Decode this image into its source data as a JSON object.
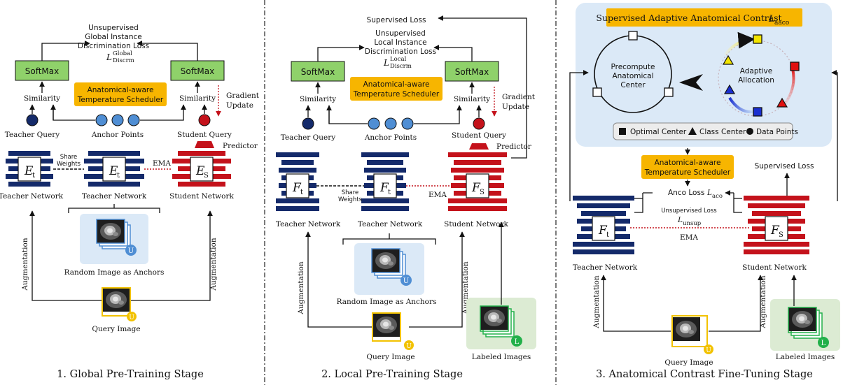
{
  "colors": {
    "navy": "#142a6a",
    "red": "#c4121b",
    "green_box": "#8fd16a",
    "orange": "#f7b500",
    "light_blue_bg": "#dbe9f7",
    "light_green_bg": "#dcebd3",
    "query_ring": "#f2c200",
    "labeled_ring": "#22b04a",
    "anchor_dot": "#4f8ed4"
  },
  "panel1": {
    "loss_lines": [
      "Unsupervised",
      "Global Instance",
      "Discrimination Loss"
    ],
    "loss_symbol": "L",
    "loss_sup": "Global",
    "loss_sub": "Discrm",
    "softmax": "SoftMax",
    "similarity": "Similarity",
    "scheduler": [
      "Anatomical-aware",
      "Temperature Scheduler"
    ],
    "gradient": [
      "Gradient",
      "Update"
    ],
    "teacher_query": "Teacher Query",
    "anchor_points": "Anchor Points",
    "student_query": "Student Query",
    "predictor": "Predictor",
    "share_weights": [
      "Share",
      "Weights"
    ],
    "ema": "EMA",
    "enc_sym": "E",
    "enc_t": "t",
    "enc_s": "S",
    "teacher_network": "Teacher Network",
    "student_network": "Student Network",
    "random_anchors": "Random Image as Anchors",
    "augmentation": "Augmentation",
    "query_image": "Query Image",
    "badge_u": "U",
    "caption": "1. Global Pre-Training Stage"
  },
  "panel2": {
    "supervised_loss": "Supervised Loss",
    "loss_lines": [
      "Unsupervised",
      "Local Instance",
      "Discrimination Loss"
    ],
    "loss_symbol": "L",
    "loss_sup": "Local",
    "loss_sub": "Discrm",
    "softmax": "SoftMax",
    "similarity": "Similarity",
    "scheduler": [
      "Anatomical-aware",
      "Temperature Scheduler"
    ],
    "gradient": [
      "Gradient",
      "Update"
    ],
    "teacher_query": "Teacher Query",
    "anchor_points": "Anchor Points",
    "student_query": "Student Query",
    "predictor": "Predictor",
    "share_weights": [
      "Share",
      "Weights"
    ],
    "ema": "EMA",
    "enc_sym": "F",
    "enc_t": "t",
    "enc_s": "S",
    "teacher_network": "Teacher Network",
    "student_network": "Student Network",
    "random_anchors": "Random Image as Anchors",
    "augmentation": "Augmentation",
    "query_image": "Query Image",
    "labeled_images": "Labeled Images",
    "badge_u": "U",
    "badge_l": "L",
    "caption": "2. Local Pre-Training Stage"
  },
  "panel3": {
    "title": "Supervised Adaptive Anatomical Contrast",
    "title_symbol": "L",
    "title_sub": "aaco",
    "precompute": [
      "Precompute",
      "Anatomical",
      "Center"
    ],
    "adaptive": [
      "Adaptive",
      "Allocation"
    ],
    "legend": [
      "Optimal Center",
      "Class Center",
      "Data Points"
    ],
    "scheduler": [
      "Anatomical-aware",
      "Temperature Scheduler"
    ],
    "supervised_loss": "Supervised Loss",
    "anco_loss": "Anco Loss",
    "anco_symbol": "L",
    "anco_sub": "aco",
    "unsup_loss": "Unsupervised Loss",
    "unsup_symbol": "L",
    "unsup_sub": "unsup",
    "ema": "EMA",
    "enc_sym": "F",
    "enc_t": "t",
    "enc_s": "S",
    "teacher_network": "Teacher Network",
    "student_network": "Student Network",
    "augmentation": "Augmentation",
    "query_image": "Query Image",
    "labeled_images": "Labeled Images",
    "badge_u": "U",
    "badge_l": "L",
    "caption": "3. Anatomical Contrast Fine-Tuning Stage"
  }
}
